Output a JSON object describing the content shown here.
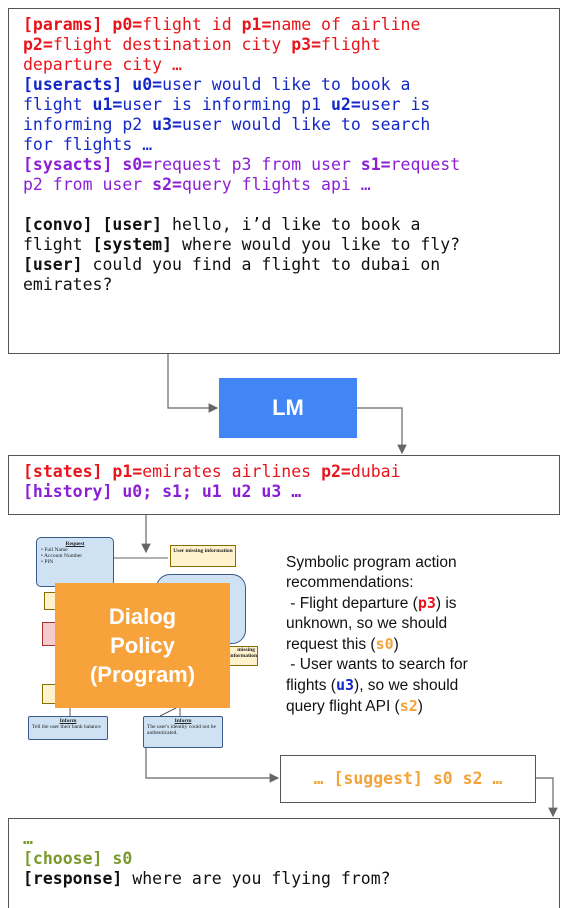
{
  "top": {
    "params_tag": "[params]",
    "p0": "p0=",
    "p0_text": "flight id",
    "p1": "p1=",
    "p1_text": "name of airline",
    "p2": "p2=",
    "p2_text": "flight destination city",
    "p3": "p3=",
    "p3_text": "flight",
    "p3_text2": "departure city …",
    "useracts_tag": "[useracts]",
    "u0": "u0=",
    "u0_text": "user would like to book a",
    "u0_text2": "flight",
    "u1": "u1=",
    "u1_text": "user is informing p1",
    "u2": "u2=",
    "u2_text": "user is",
    "u2_text2": "informing p2",
    "u3": "u3=",
    "u3_text": "user would like to search",
    "u3_text2": "for flights  …",
    "sysacts_tag": "[sysacts]",
    "s0": "s0=",
    "s0_text": "request p3 from user",
    "s1": "s1=",
    "s1_text": "request",
    "s1_text2": "p2 from user",
    "s2": "s2=",
    "s2_text": "query flights api …",
    "convo_tag": "[convo]",
    "user_tag": "[user]",
    "system_tag": "[system]",
    "convo_l1": "hello, i’d like to book a",
    "convo_l2a": "flight",
    "convo_l2b": "where would you like to fly?",
    "convo_l3": "could you find a flight to dubai on",
    "convo_l4": "emirates?"
  },
  "lm_label": "LM",
  "state": {
    "states_tag": "[states]",
    "p1": "p1=",
    "p1_text": "emirates airlines",
    "p2": "p2=",
    "p2_text": "dubai",
    "history_tag": "[history]",
    "history_text": "u0; s1; u1 u2 u3 …"
  },
  "flowchart": {
    "request_title": "Request",
    "request_items": [
      "Full Name",
      "Account Number",
      "PIN"
    ],
    "missing1": "User missing information",
    "missing2": "missing information",
    "inform1_title": "Inform",
    "inform1_text": "Tell the user their bank balance",
    "inform2_title": "Inform",
    "inform2_text": "The user's identity could not be authenticated."
  },
  "dialog_policy": [
    "Dialog",
    "Policy",
    "(Program)"
  ],
  "recs": {
    "l1": "Symbolic program action",
    "l2": "recommendations:",
    "l3": " - Flight departure (",
    "l3_p": "p3",
    "l3_end": ") is",
    "l4": "unknown, so we should",
    "l5": "request this (",
    "l5_s": "s0",
    "l5_end": ")",
    "l6": " - User wants to search for",
    "l7": "flights (",
    "l7_u": "u3",
    "l7_end": "), so we should",
    "l8": "query flight API (",
    "l8_s": "s2",
    "l8_end": ")"
  },
  "suggest": "… [suggest] s0 s2 …",
  "bottom": {
    "ellipsis": "…",
    "choose": "[choose] s0",
    "response_tag": "[response]",
    "response_text": "where are you flying from?"
  },
  "colors": {
    "params": "#e8141b",
    "useracts": "#1428c8",
    "sysacts": "#8b1fd6",
    "suggest": "#f2a33a",
    "choose": "#7a9a2c",
    "lm": "#4285f4",
    "policy": "#f7a23a"
  }
}
